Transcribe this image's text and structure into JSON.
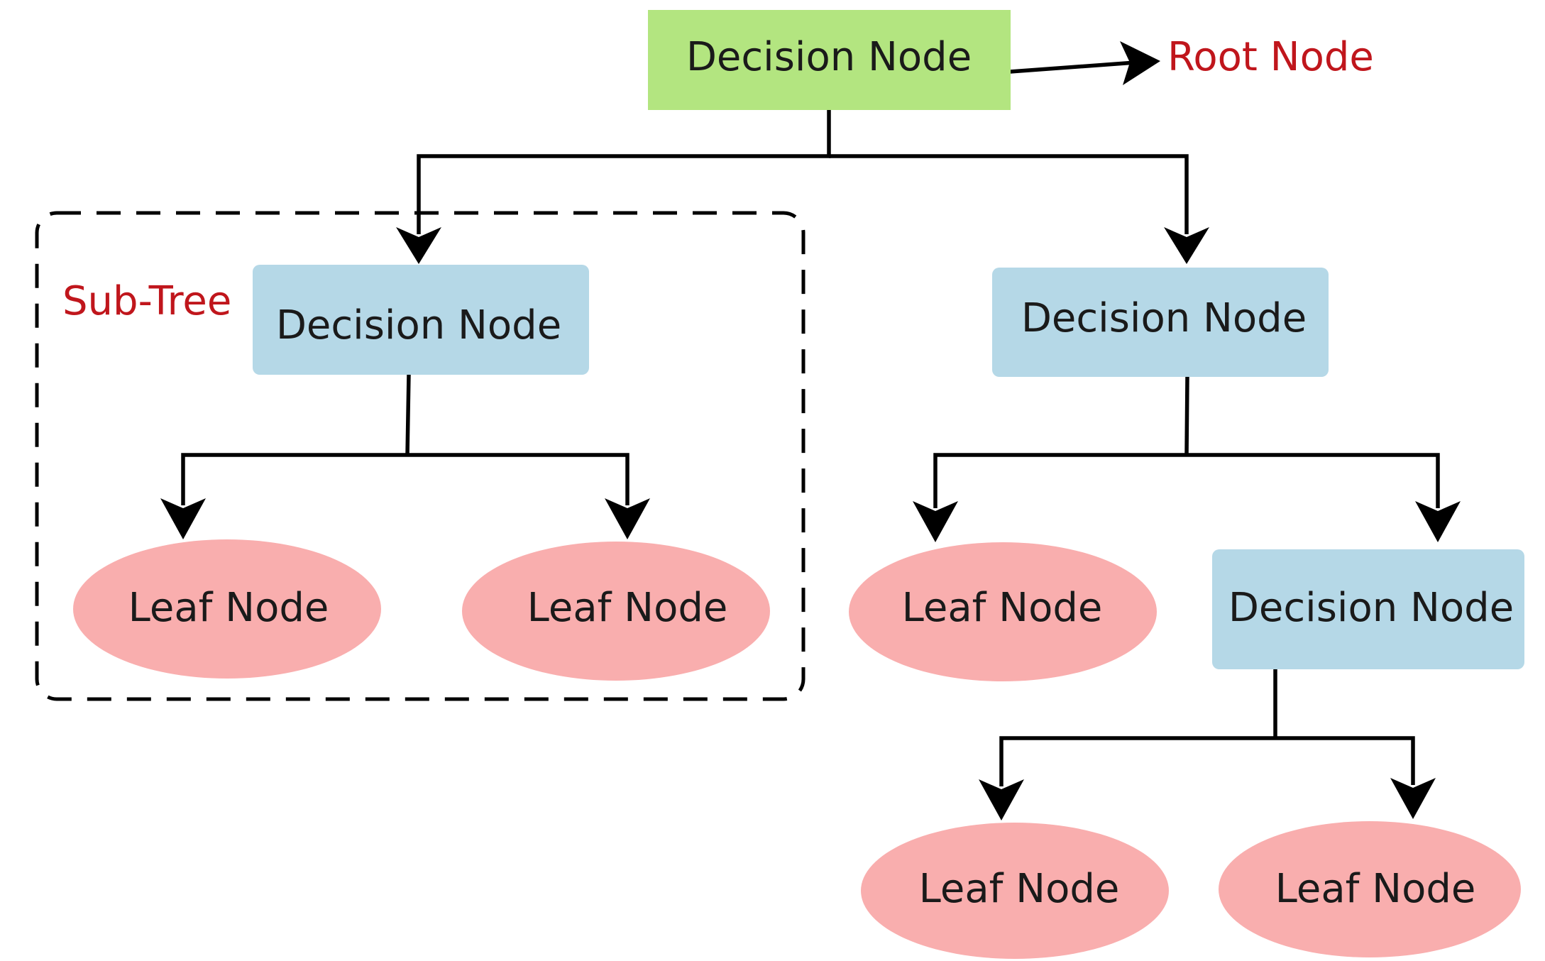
{
  "diagram": {
    "root_annotation": "Root Node",
    "subtree_annotation": "Sub-Tree",
    "nodes": {
      "root": {
        "label": "Decision Node",
        "kind": "root"
      },
      "left_decision": {
        "label": "Decision Node",
        "kind": "decision"
      },
      "right_decision": {
        "label": "Decision Node",
        "kind": "decision"
      },
      "left_leaf_1": {
        "label": "Leaf Node",
        "kind": "leaf"
      },
      "left_leaf_2": {
        "label": "Leaf Node",
        "kind": "leaf"
      },
      "right_leaf": {
        "label": "Leaf Node",
        "kind": "leaf"
      },
      "lower_decision": {
        "label": "Decision Node",
        "kind": "decision"
      },
      "lower_leaf_1": {
        "label": "Leaf Node",
        "kind": "leaf"
      },
      "lower_leaf_2": {
        "label": "Leaf Node",
        "kind": "leaf"
      }
    },
    "edges": [
      {
        "from": "root",
        "to": "left_decision"
      },
      {
        "from": "root",
        "to": "right_decision"
      },
      {
        "from": "left_decision",
        "to": "left_leaf_1"
      },
      {
        "from": "left_decision",
        "to": "left_leaf_2"
      },
      {
        "from": "right_decision",
        "to": "right_leaf"
      },
      {
        "from": "right_decision",
        "to": "lower_decision"
      },
      {
        "from": "lower_decision",
        "to": "lower_leaf_1"
      },
      {
        "from": "lower_decision",
        "to": "lower_leaf_2"
      }
    ]
  },
  "colors": {
    "root_fill": "#b3e580",
    "decision_fill": "#b5d8e7",
    "leaf_fill": "#f9aeae",
    "annotation_text": "#c0161c",
    "connector": "#000000"
  }
}
